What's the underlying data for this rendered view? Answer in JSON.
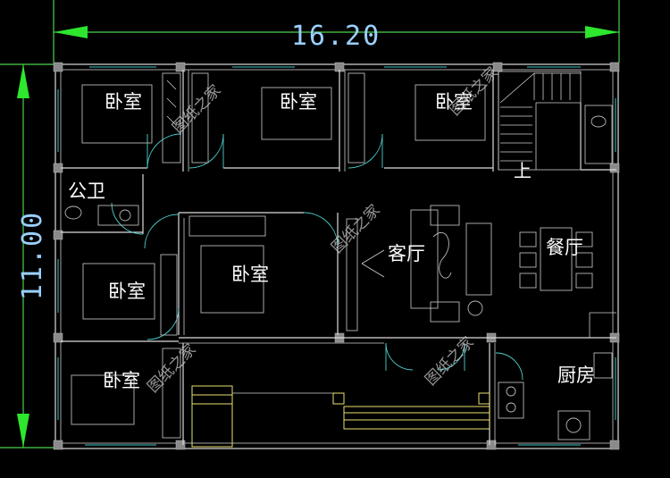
{
  "dimensions": {
    "width": "16.20",
    "depth": "11.00"
  },
  "rooms": {
    "bedroom_1": "卧室",
    "bedroom_2": "卧室",
    "bedroom_3": "卧室",
    "bedroom_4": "卧室",
    "bedroom_5": "卧室",
    "bedroom_6": "卧室",
    "public_bath": "公卫",
    "living_room": "客厅",
    "dining_room": "餐厅",
    "kitchen": "厨房"
  },
  "stair_label": "上",
  "watermark": "图纸之家",
  "colors": {
    "background": "#000000",
    "dimension_arrow": "#2ee62e",
    "window": "#3fc8c8",
    "wall": "#dcdcdc"
  }
}
